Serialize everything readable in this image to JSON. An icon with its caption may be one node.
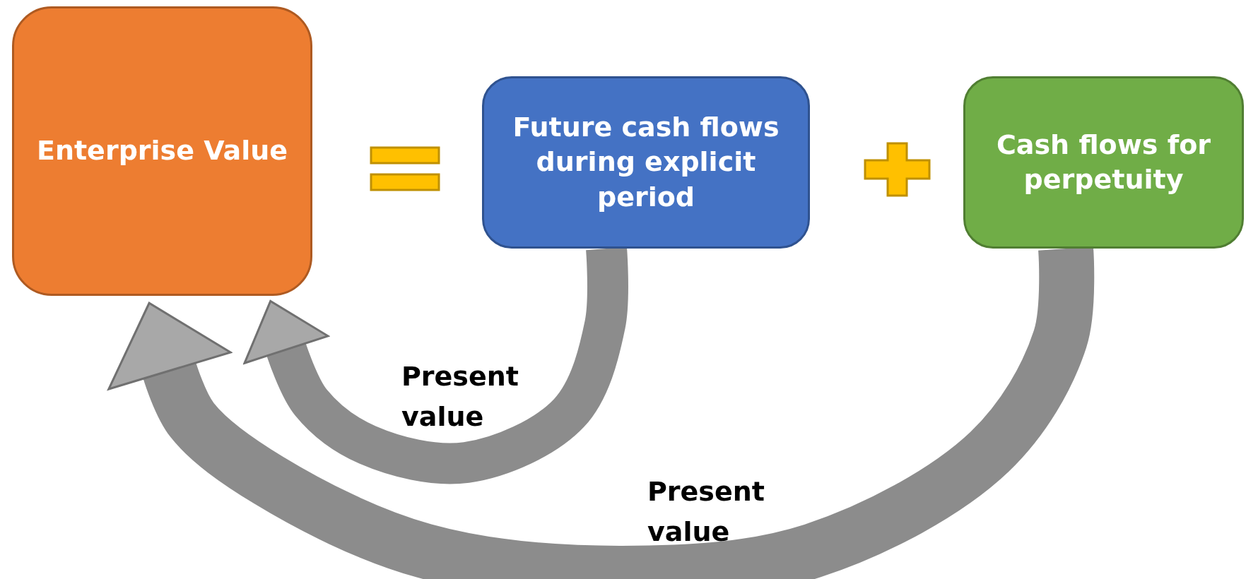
{
  "diagram": {
    "nodes": [
      {
        "text": [
          "Enterprise Value"
        ]
      },
      {
        "text": [
          "Future cash flows during explicit period"
        ]
      },
      {
        "text": [
          "Cash flows for perpetuity"
        ]
      }
    ],
    "edges": [
      {
        "from": 1,
        "to": 0,
        "arrow": "to",
        "label": "Present value"
      },
      {
        "from": 2,
        "to": 0,
        "arrow": "to",
        "label": "Present value"
      }
    ]
  }
}
